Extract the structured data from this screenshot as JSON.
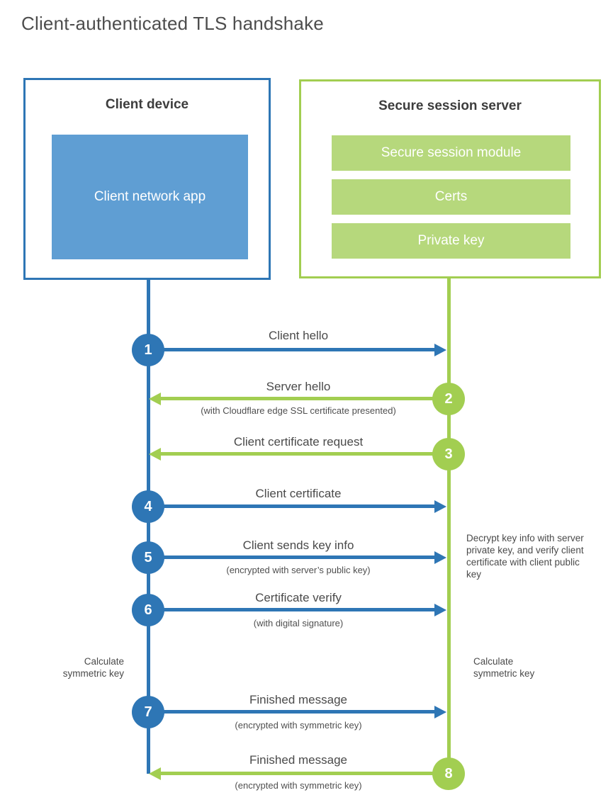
{
  "title": "Client-authenticated TLS handshake",
  "colors": {
    "client_accent": "#2e76b5",
    "client_fill": "#5f9ed3",
    "server_accent": "#a2ce51",
    "server_fill": "#b6d87c",
    "text": "#4a4a4a"
  },
  "client_box": {
    "title": "Client device",
    "app": "Client network app"
  },
  "server_box": {
    "title": "Secure session server",
    "modules": [
      {
        "label": "Secure session module"
      },
      {
        "label": "Certs"
      },
      {
        "label": "Private key"
      }
    ]
  },
  "steps": [
    {
      "num": "1",
      "label": "Client hello",
      "sub": "",
      "direction": "client-to-server",
      "color": "#2e76b5"
    },
    {
      "num": "2",
      "label": "Server hello",
      "sub": "(with Cloudflare edge SSL certificate presented)",
      "direction": "server-to-client",
      "color": "#a2ce51"
    },
    {
      "num": "3",
      "label": "Client certificate request",
      "sub": "",
      "direction": "server-to-client",
      "color": "#a2ce51"
    },
    {
      "num": "4",
      "label": "Client certificate",
      "sub": "",
      "direction": "client-to-server",
      "color": "#2e76b5"
    },
    {
      "num": "5",
      "label": "Client sends key info",
      "sub": "(encrypted with server’s public key)",
      "direction": "client-to-server",
      "color": "#2e76b5"
    },
    {
      "num": "6",
      "label": "Certificate verify",
      "sub": "(with digital signature)",
      "direction": "client-to-server",
      "color": "#2e76b5"
    },
    {
      "num": "7",
      "label": "Finished message",
      "sub": "(encrypted with symmetric key)",
      "direction": "client-to-server",
      "color": "#2e76b5"
    },
    {
      "num": "8",
      "label": "Finished message",
      "sub": "(encrypted with symmetric key)",
      "direction": "server-to-client",
      "color": "#a2ce51"
    }
  ],
  "annotations": {
    "server_decrypt_note": "Decrypt key info with server private key, and verify client certificate with client public key",
    "client_calc_note": "Calculate symmetric key",
    "server_calc_note": "Calculate symmetric key"
  }
}
